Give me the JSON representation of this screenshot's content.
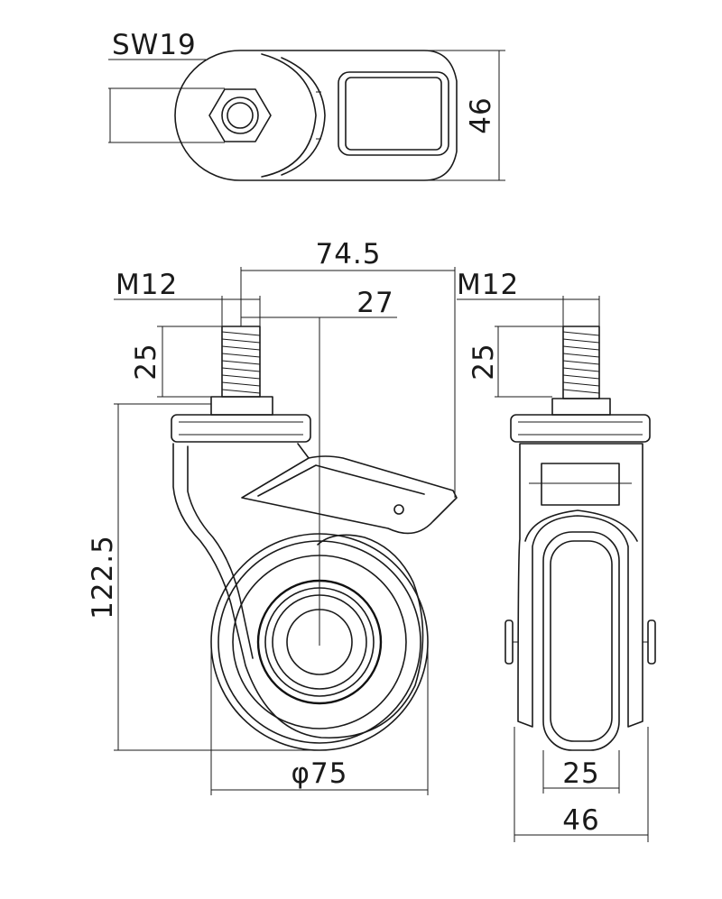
{
  "top_view": {
    "wrench_size": "SW19",
    "width": "46"
  },
  "side_view": {
    "offset": "74.5",
    "swivel_offset": "27",
    "thread": "M12",
    "thread_length": "25",
    "overall_height": "122.5",
    "wheel_diameter": "φ75"
  },
  "front_view": {
    "thread": "M12",
    "thread_length": "25",
    "wheel_width": "25",
    "overall_width": "46"
  },
  "colors": {
    "line": "#1a1a1a",
    "background": "#ffffff"
  }
}
